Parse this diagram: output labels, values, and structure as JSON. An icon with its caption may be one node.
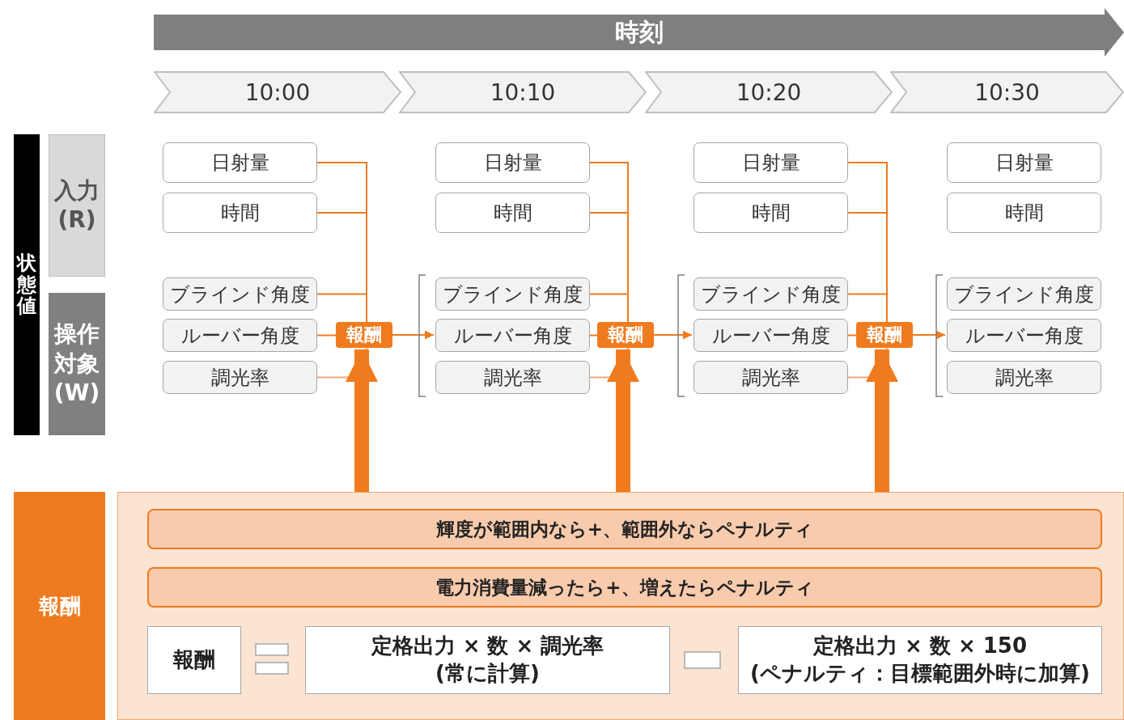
{
  "diagram": {
    "nodes": [
      {
        "text": [
          "時刻"
        ]
      },
      {
        "text": [
          "10:00"
        ]
      },
      {
        "text": [
          "10:10"
        ]
      },
      {
        "text": [
          "10:20"
        ]
      },
      {
        "text": [
          "10:30"
        ]
      },
      {
        "text": [
          "状態値"
        ]
      },
      {
        "text": [
          "入力 (R)"
        ]
      },
      {
        "text": [
          "操作対象 (W)"
        ]
      },
      {
        "text": [
          "日射量"
        ]
      },
      {
        "text": [
          "時間"
        ]
      },
      {
        "text": [
          "ブラインド角度"
        ]
      },
      {
        "text": [
          "ルーバー角度"
        ]
      },
      {
        "text": [
          "調光率"
        ]
      },
      {
        "text": [
          "日射量"
        ]
      },
      {
        "text": [
          "時間"
        ]
      },
      {
        "text": [
          "ブラインド角度"
        ]
      },
      {
        "text": [
          "ルーバー角度"
        ]
      },
      {
        "text": [
          "調光率"
        ]
      },
      {
        "text": [
          "日射量"
        ]
      },
      {
        "text": [
          "時間"
        ]
      },
      {
        "text": [
          "ブラインド角度"
        ]
      },
      {
        "text": [
          "ルーバー角度"
        ]
      },
      {
        "text": [
          "調光率"
        ]
      },
      {
        "text": [
          "日射量"
        ]
      },
      {
        "text": [
          "時間"
        ]
      },
      {
        "text": [
          "ブラインド角度"
        ]
      },
      {
        "text": [
          "ルーバー角度"
        ]
      },
      {
        "text": [
          "調光率"
        ]
      },
      {
        "text": [
          "報酬"
        ]
      },
      {
        "text": [
          "報酬"
        ]
      },
      {
        "text": [
          "報酬"
        ]
      },
      {
        "text": [
          "報酬"
        ]
      },
      {
        "text": [],
        "shape": "box"
      },
      {
        "text": [
          "輝度が範囲内なら+、範囲外ならペナルティ"
        ],
        "in": 32
      },
      {
        "text": [
          "電力消費量減ったら+、増えたらペナルティ"
        ],
        "in": 32
      },
      {
        "text": [
          "報酬"
        ],
        "in": 32
      },
      {
        "text": [
          "定格出力 × 数 × 調光率",
          "(常に計算)"
        ],
        "in": 32
      },
      {
        "text": [
          "定格出力 × 数 × 150",
          "(ペナルティ：目標範囲外時に加算)"
        ],
        "in": 32
      }
    ],
    "edges": [
      {
        "from": 8,
        "to": 28,
        "arrow": "none"
      },
      {
        "from": 9,
        "to": 28,
        "arrow": "none"
      },
      {
        "from": 10,
        "to": 28,
        "arrow": "none"
      },
      {
        "from": 11,
        "to": 28,
        "arrow": "none"
      },
      {
        "from": 12,
        "to": 28,
        "arrow": "none",
        "color": "#f6a77a"
      },
      {
        "from": 28,
        "to": 16,
        "arrow": "to"
      },
      {
        "from": 32,
        "to": 28,
        "arrow": "to",
        "style": "thick"
      },
      {
        "from": 13,
        "to": 29,
        "arrow": "none"
      },
      {
        "from": 14,
        "to": 29,
        "arrow": "none"
      },
      {
        "from": 15,
        "to": 29,
        "arrow": "none"
      },
      {
        "from": 16,
        "to": 29,
        "arrow": "none"
      },
      {
        "from": 17,
        "to": 29,
        "arrow": "none",
        "color": "#f6a77a"
      },
      {
        "from": 29,
        "to": 21,
        "arrow": "to"
      },
      {
        "from": 32,
        "to": 29,
        "arrow": "to",
        "style": "thick"
      },
      {
        "from": 18,
        "to": 30,
        "arrow": "none"
      },
      {
        "from": 19,
        "to": 30,
        "arrow": "none"
      },
      {
        "from": 20,
        "to": 30,
        "arrow": "none"
      },
      {
        "from": 21,
        "to": 30,
        "arrow": "none"
      },
      {
        "from": 22,
        "to": 30,
        "arrow": "none",
        "color": "#f6a77a"
      },
      {
        "from": 30,
        "to": 26,
        "arrow": "to"
      },
      {
        "from": 32,
        "to": 30,
        "arrow": "to",
        "style": "thick"
      }
    ]
  }
}
